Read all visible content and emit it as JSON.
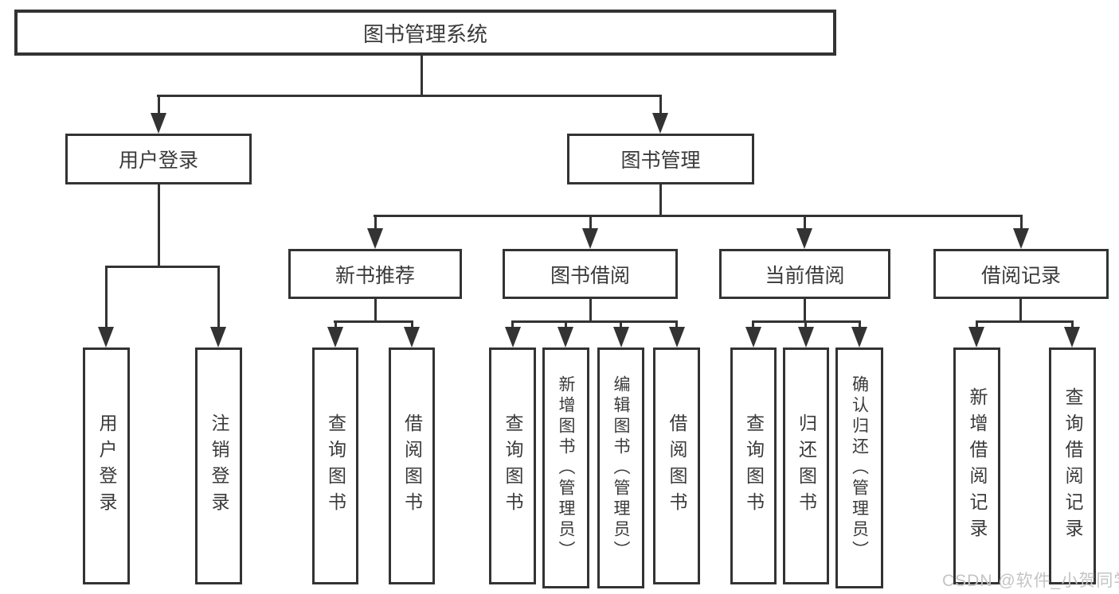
{
  "colors": {
    "line": "#333333",
    "text": "#3a3a3a",
    "box_background": "#ffffff",
    "page_background": "#ffffff",
    "watermark": "#c4c4c4"
  },
  "watermark": "CSDN @软件_小贺同学",
  "nodes": {
    "root": {
      "id": "library-management-system",
      "label": "图书管理系统"
    },
    "level2": [
      {
        "id": "user-login",
        "label": "用户登录",
        "parent": "library-management-system"
      },
      {
        "id": "book-management",
        "label": "图书管理",
        "parent": "library-management-system"
      }
    ],
    "level3": [
      {
        "id": "new-book-recommend",
        "label": "新书推荐",
        "parent": "book-management"
      },
      {
        "id": "book-borrow",
        "label": "图书借阅",
        "parent": "book-management"
      },
      {
        "id": "current-borrow",
        "label": "当前借阅",
        "parent": "book-management"
      },
      {
        "id": "borrow-records",
        "label": "借阅记录",
        "parent": "book-management"
      }
    ],
    "leaves": [
      {
        "id": "user-login-action",
        "label": "用户登录",
        "parent": "user-login"
      },
      {
        "id": "logout-action",
        "label": "注销登录",
        "parent": "user-login"
      },
      {
        "id": "query-books-recommend",
        "label": "查询图书",
        "parent": "new-book-recommend"
      },
      {
        "id": "borrow-books-recommend",
        "label": "借阅图书",
        "parent": "new-book-recommend"
      },
      {
        "id": "query-books-borrow",
        "label": "查询图书",
        "parent": "book-borrow"
      },
      {
        "id": "add-books-admin",
        "label": "新增图书（管理员）",
        "parent": "book-borrow"
      },
      {
        "id": "edit-books-admin",
        "label": "编辑图书（管理员）",
        "parent": "book-borrow"
      },
      {
        "id": "borrow-books",
        "label": "借阅图书",
        "parent": "book-borrow"
      },
      {
        "id": "query-books-current",
        "label": "查询图书",
        "parent": "current-borrow"
      },
      {
        "id": "return-books",
        "label": "归还图书",
        "parent": "current-borrow"
      },
      {
        "id": "confirm-return-admin",
        "label": "确认归还（管理员）",
        "parent": "current-borrow"
      },
      {
        "id": "add-borrow-record",
        "label": "新增借阅记录",
        "parent": "borrow-records"
      },
      {
        "id": "query-borrow-record",
        "label": "查询借阅记录",
        "parent": "borrow-records"
      }
    ]
  }
}
